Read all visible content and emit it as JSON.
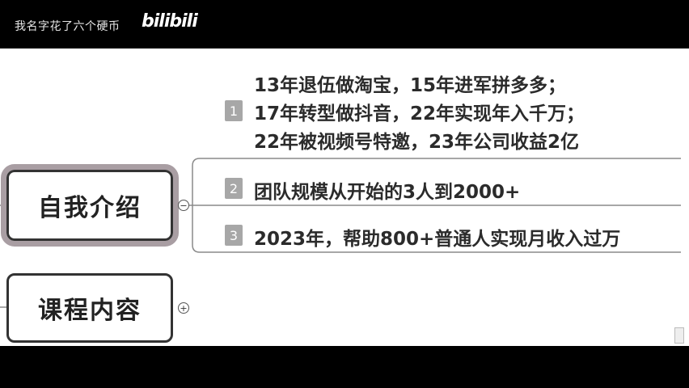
{
  "header": {
    "watermark": "我名字花了六个硬币",
    "logo": "bilibili"
  },
  "topics": {
    "intro": "自我介绍",
    "course": "课程内容"
  },
  "icons": {
    "collapse": "minus-circle-icon",
    "expand": "plus-circle-icon"
  },
  "intro_items": [
    {
      "number": "1",
      "lines": [
        "13年退伍做淘宝，15年进军拼多多；",
        "17年转型做抖音，22年实现年入千万；",
        "22年被视频号特邀，23年公司收益2亿"
      ]
    },
    {
      "number": "2",
      "lines": [
        "团队规模从开始的3人到2000+"
      ]
    },
    {
      "number": "3",
      "lines": [
        "2023年，帮助800+普通人实现月收入过万"
      ]
    }
  ],
  "colors": {
    "selection_outline": "#a99ea3",
    "number_badge": "#a7a7a7",
    "branch_line": "#8a8a8a"
  }
}
